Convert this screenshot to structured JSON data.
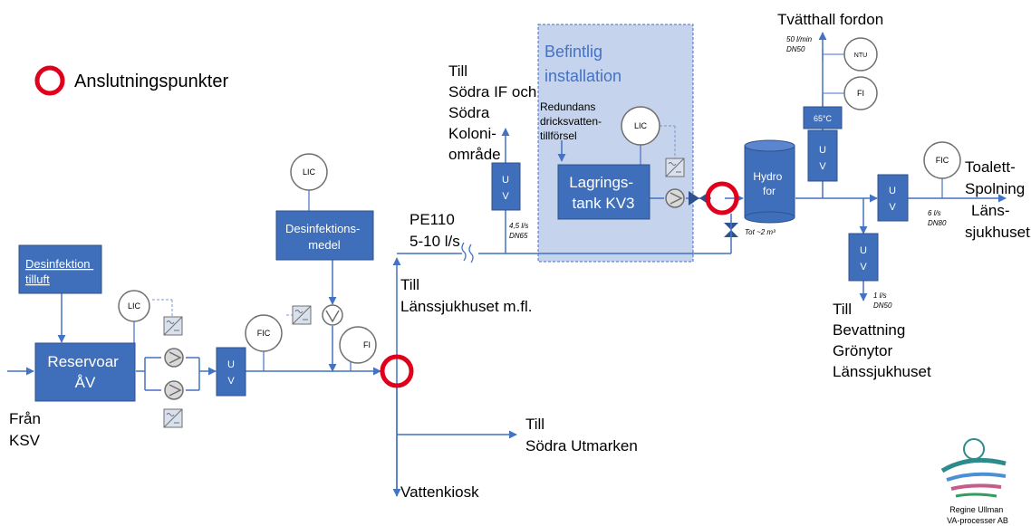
{
  "legend": {
    "label": "Anslutningspunkter"
  },
  "colors": {
    "line": "#4472c4",
    "box_fill": "#3f6fba",
    "existing_fill": "#c5d3ec",
    "marker": "#e0001b",
    "instrument_stroke": "#6f6f6f"
  },
  "boxes": {
    "desinfektion_tilluft": [
      "Desinfektion",
      "tilluft"
    ],
    "reservoar": [
      "Reservoar",
      "ÅV"
    ],
    "desinfektionsmedel": [
      "Desinfektions-",
      "medel"
    ],
    "lagringstank": [
      "Lagrings-",
      "tank KV3"
    ],
    "hydrofor": [
      "Hydro",
      "for"
    ],
    "uv": [
      "U",
      "V"
    ],
    "temp_65": "65°C"
  },
  "existing_installation": [
    "Befintlig",
    "installation"
  ],
  "instruments": {
    "lic": "LIC",
    "fic": "FIC",
    "fi": "FI",
    "ntu": "NTU"
  },
  "labels": {
    "fran": [
      "Från",
      "KSV"
    ],
    "till_sodra_if": [
      "Till",
      "Södra IF och",
      "Södra",
      "Koloni-",
      "område"
    ],
    "redundans": [
      "Redundans",
      "dricksvatten-",
      "tillförsel"
    ],
    "pe110": [
      "PE110",
      "5-10 l/s"
    ],
    "till_lanssjukhuset": [
      "Till",
      "Länssjukhuset m.fl."
    ],
    "till_sodra_utmarken": [
      "Till",
      "Södra Utmarken"
    ],
    "vattenkiosk": "Vattenkiosk",
    "tvatthall": "Tvätthall fordon",
    "toalett": [
      "Toalett-",
      "Spolning",
      "Läns-",
      "sjukhuset"
    ],
    "bevattning": [
      "Till",
      "Bevattning",
      "Grönytor",
      "Länssjukhuset"
    ]
  },
  "flow_notes": {
    "n45": [
      "4,5 l/s",
      "DN65"
    ],
    "n50": [
      "50 l/min",
      "DN50"
    ],
    "n6": [
      "6 l/s",
      "DN80"
    ],
    "n1": [
      "1 l/s",
      "DN50"
    ],
    "tot": "Tot ~2 m³"
  },
  "company": [
    "Regine Ullman",
    "VA-processer AB"
  ]
}
